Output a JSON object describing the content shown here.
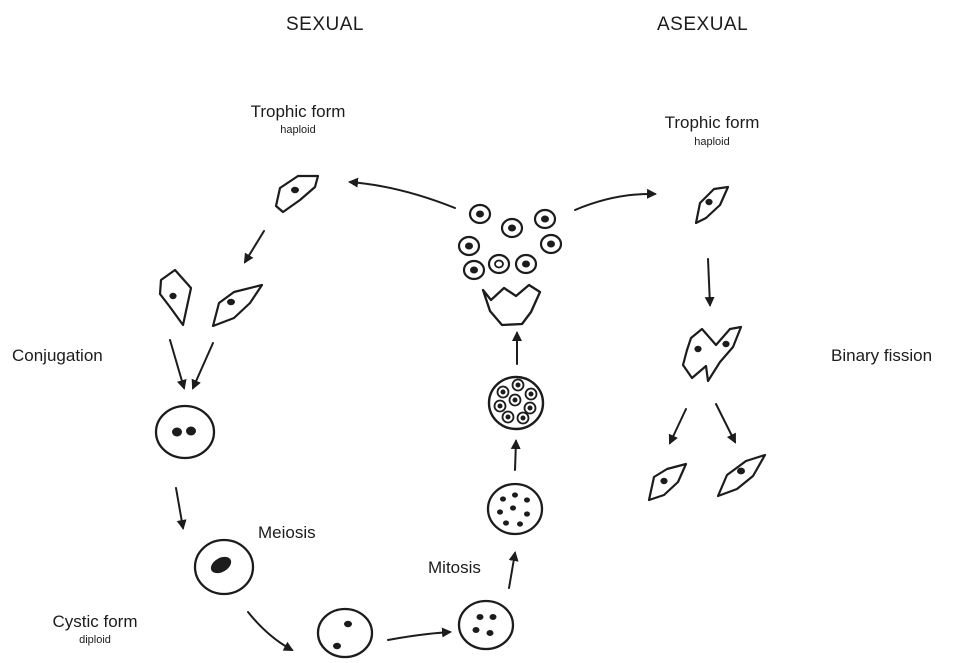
{
  "headings": {
    "sexual": "SEXUAL",
    "asexual": "ASEXUAL"
  },
  "sexual": {
    "trophic_title": "Trophic form",
    "trophic_ploidy": "haploid",
    "conjugation": "Conjugation",
    "meiosis": "Meiosis",
    "cystic_title": "Cystic form",
    "cystic_ploidy": "diploid",
    "mitosis": "Mitosis"
  },
  "asexual": {
    "trophic_title": "Trophic form",
    "trophic_ploidy": "haploid",
    "binary_fission": "Binary fission"
  },
  "colors": {
    "ink": "#1c1c1c",
    "background": "#ffffff"
  }
}
